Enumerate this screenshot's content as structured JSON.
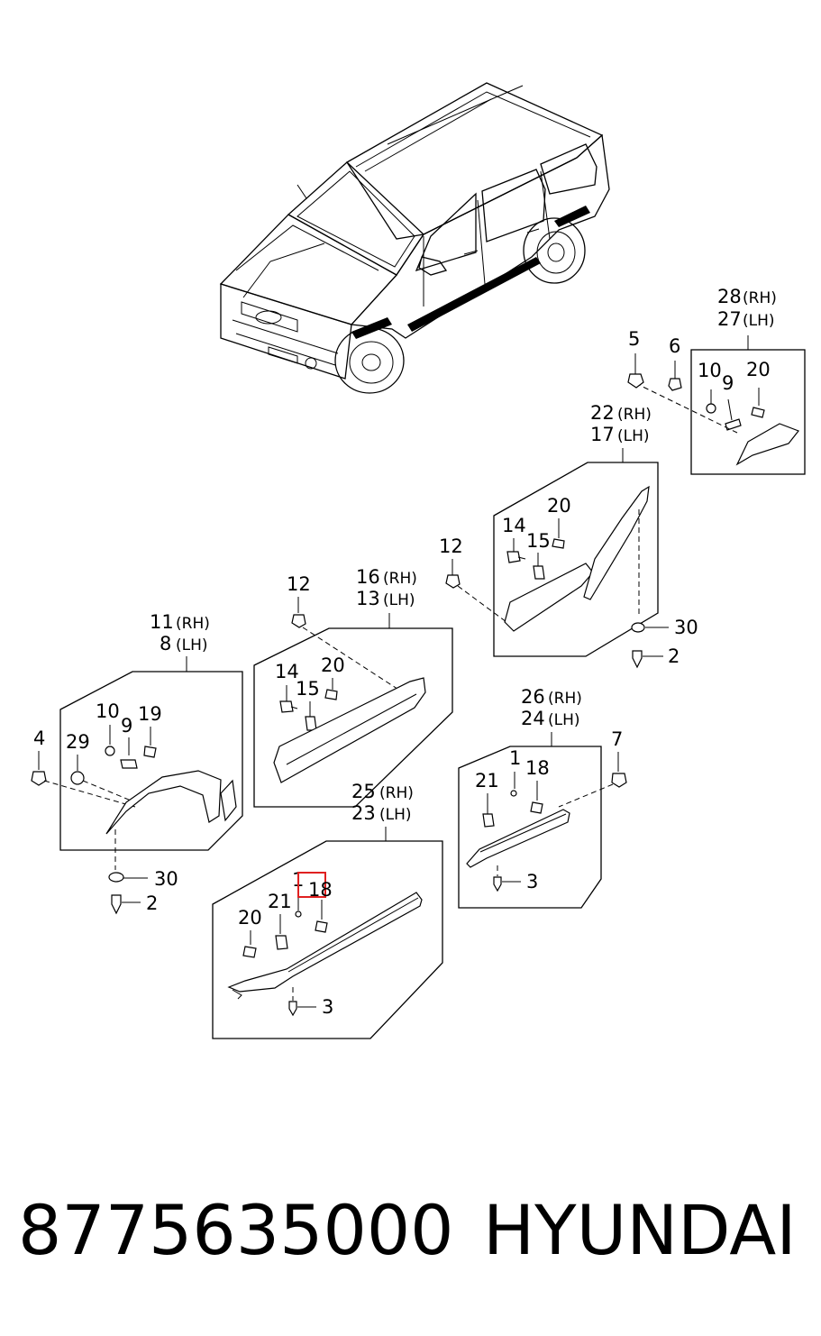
{
  "colors": {
    "line": "#000000",
    "highlight": "#e02020",
    "background": "#ffffff"
  },
  "footer": {
    "part_number": "8775635000",
    "brand": "HYUNDAI"
  },
  "callouts": {
    "c5": "5",
    "c6": "6",
    "c28": "28",
    "c27": "27",
    "c28_side": "(RH)",
    "c27_side": "(LH)",
    "c10a": "10",
    "c9a": "9",
    "c20a": "20",
    "c22": "22",
    "c17": "17",
    "c22_side": "(RH)",
    "c17_side": "(LH)",
    "c12a": "12",
    "c14a": "14",
    "c15a": "15",
    "c20b": "20",
    "c30a": "30",
    "c2a": "2",
    "c12b": "12",
    "c16": "16",
    "c13": "13",
    "c16_side": "(RH)",
    "c13_side": "(LH)",
    "c14b": "14",
    "c15b": "15",
    "c20c": "20",
    "c11": "11",
    "c8": "8",
    "c11_side": "(RH)",
    "c8_side": "(LH)",
    "c4": "4",
    "c29": "29",
    "c10b": "10",
    "c9b": "9",
    "c19": "19",
    "c30b": "30",
    "c2b": "2",
    "c26": "26",
    "c24": "24",
    "c26_side": "(RH)",
    "c24_side": "(LH)",
    "c7": "7",
    "c21a": "21",
    "c1a": "1",
    "c18a": "18",
    "c3a": "3",
    "c25": "25",
    "c23": "23",
    "c25_side": "(RH)",
    "c23_side": "(LH)",
    "c1b": "1",
    "c18b": "18",
    "c21b": "21",
    "c20d": "20",
    "c3b": "3"
  }
}
